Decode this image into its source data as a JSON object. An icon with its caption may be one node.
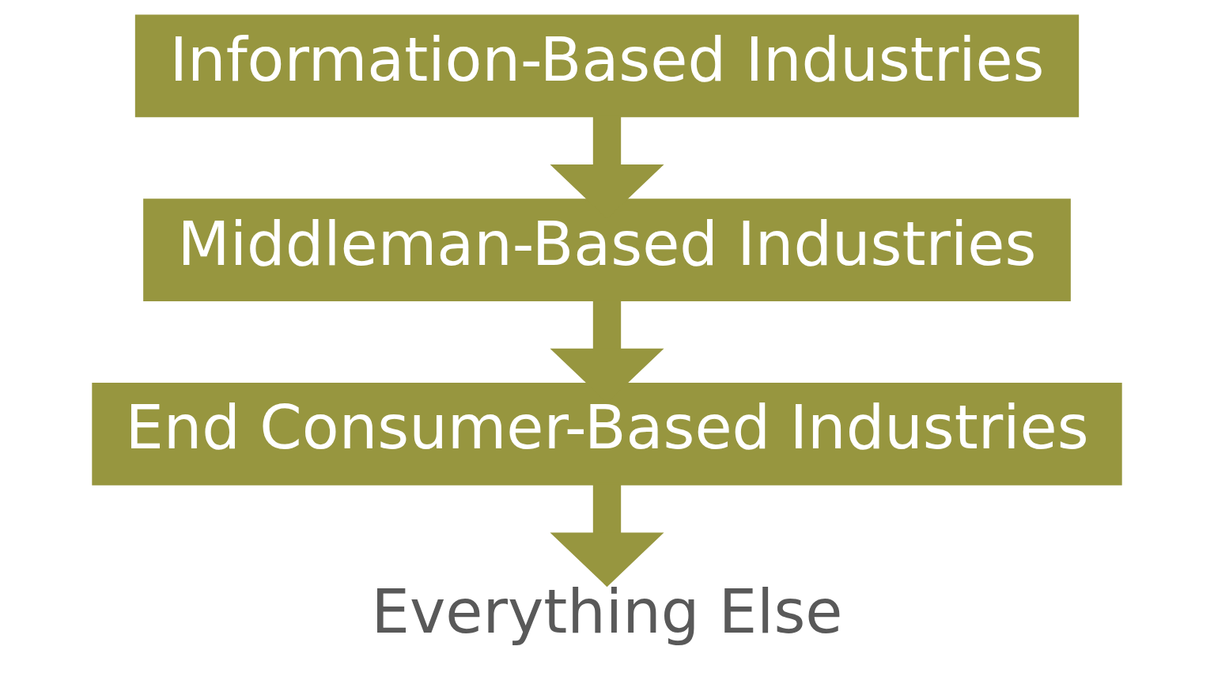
{
  "diagram": {
    "nodes": [
      {
        "text": [
          "Information-Based Industries"
        ]
      },
      {
        "text": [
          "Middleman-Based Industries"
        ]
      },
      {
        "text": [
          "End Consumer-Based Industries"
        ]
      },
      {
        "text": [
          "Everything Else"
        ]
      }
    ],
    "edges": [
      {
        "from": 0,
        "to": 1,
        "arrow": "to"
      },
      {
        "from": 1,
        "to": 2,
        "arrow": "to"
      },
      {
        "from": 2,
        "to": 3,
        "arrow": "to"
      }
    ]
  }
}
